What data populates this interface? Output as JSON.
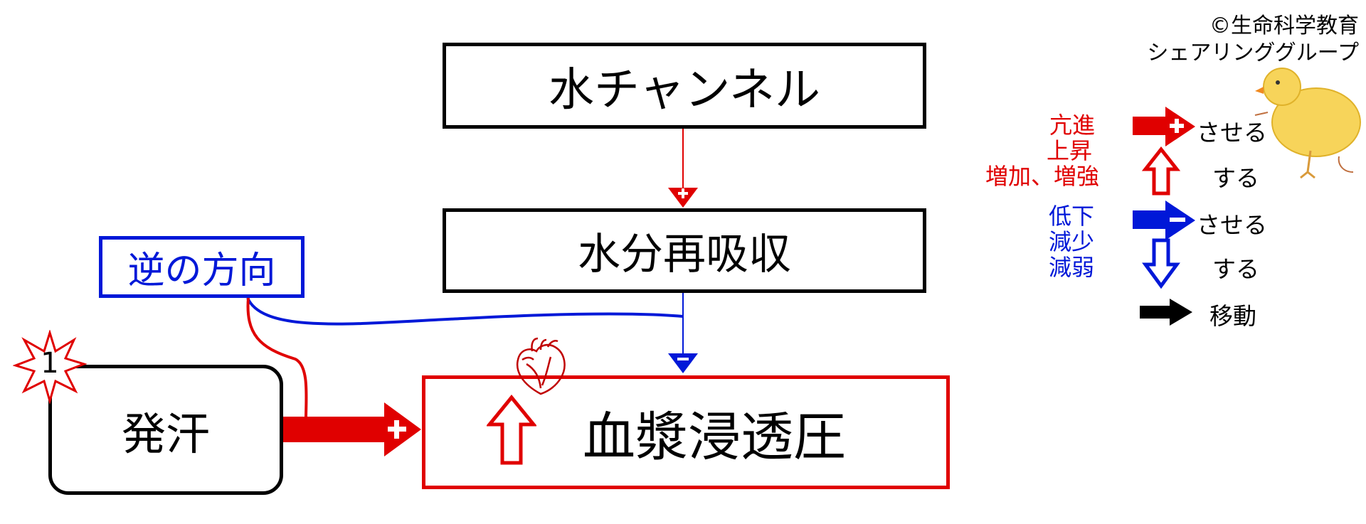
{
  "copyright": {
    "line1": "©生命科学教育",
    "line2": "シェアリンググループ"
  },
  "boxes": {
    "water_channel": "水チャンネル",
    "water_reabsorption": "水分再吸収",
    "plasma_osmotic_pressure": "血漿浸透圧",
    "sweating": "発汗",
    "reverse_direction": "逆の方向"
  },
  "badge": {
    "number": "1"
  },
  "legend": {
    "red_lines": [
      "亢進",
      "上昇",
      "増加、増強"
    ],
    "blue_lines": [
      "低下",
      "減少",
      "減弱"
    ],
    "cause_label_pos": "させる",
    "state_label_pos": "する",
    "cause_label_neg": "させる",
    "state_label_neg": "する",
    "move_label": "移動"
  },
  "colors": {
    "increase": "#e00000",
    "decrease": "#0018d8",
    "neutral": "#000000"
  },
  "icons": [
    "heart-icon",
    "duck-illustration",
    "star-burst-badge",
    "plus-icon",
    "minus-icon",
    "up-arrow-icon",
    "down-arrow-icon"
  ]
}
